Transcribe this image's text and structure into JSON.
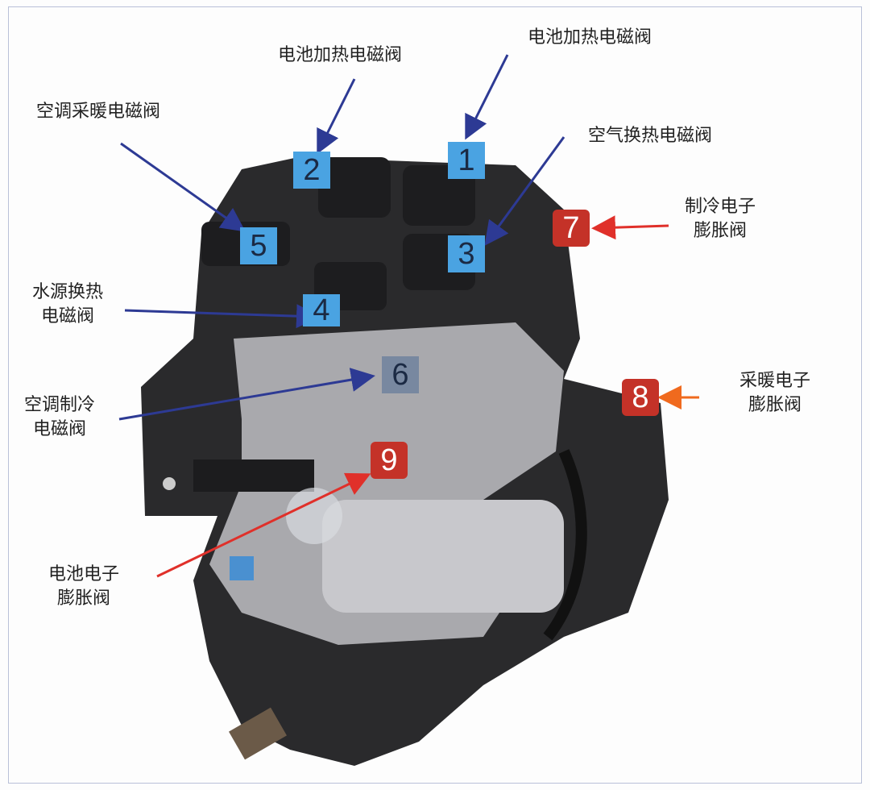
{
  "labels": {
    "battery_heating_valve_left": "电池加热电磁阀",
    "battery_heating_valve_right": "电池加热电磁阀",
    "ac_heating_valve": "空调采暖电磁阀",
    "air_heat_exchange_valve": "空气换热电磁阀",
    "cooling_expansion_valve": "制冷电子\n膨胀阀",
    "water_heat_exchange_valve": "水源换热\n电磁阀",
    "heating_expansion_valve": "采暖电子\n膨胀阀",
    "ac_cooling_valve": "空调制冷\n电磁阀",
    "battery_expansion_valve": "电池电子\n膨胀阀"
  },
  "badges": [
    "1",
    "2",
    "3",
    "4",
    "5",
    "6",
    "7",
    "8",
    "9"
  ],
  "colors": {
    "blue_badge": "#4aa3e2",
    "red_badge": "#c43228",
    "blue_arrow": "#2d3a94",
    "red_arrow": "#e0302a",
    "orange_arrow": "#f06a1e"
  }
}
